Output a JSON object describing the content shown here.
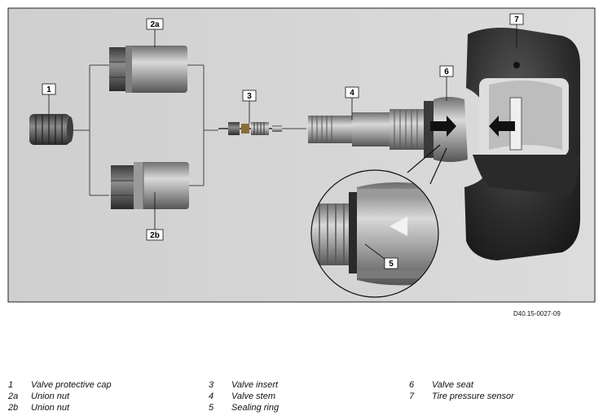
{
  "figure": {
    "callouts": {
      "c1": "1",
      "c2a": "2a",
      "c2b": "2b",
      "c3": "3",
      "c4": "4",
      "c5": "5",
      "c6": "6",
      "c7": "7"
    }
  },
  "reference_code": "D40.15-0027-09",
  "legend": {
    "columns": [
      [
        {
          "num": "1",
          "label": "Valve protective cap"
        },
        {
          "num": "2a",
          "label": "Union nut"
        },
        {
          "num": "2b",
          "label": "Union nut"
        }
      ],
      [
        {
          "num": "3",
          "label": "Valve insert"
        },
        {
          "num": "4",
          "label": "Valve stem"
        },
        {
          "num": "5",
          "label": "Sealing ring"
        }
      ],
      [
        {
          "num": "6",
          "label": "Valve seat"
        },
        {
          "num": "7",
          "label": "Tire pressure sensor"
        }
      ]
    ]
  }
}
